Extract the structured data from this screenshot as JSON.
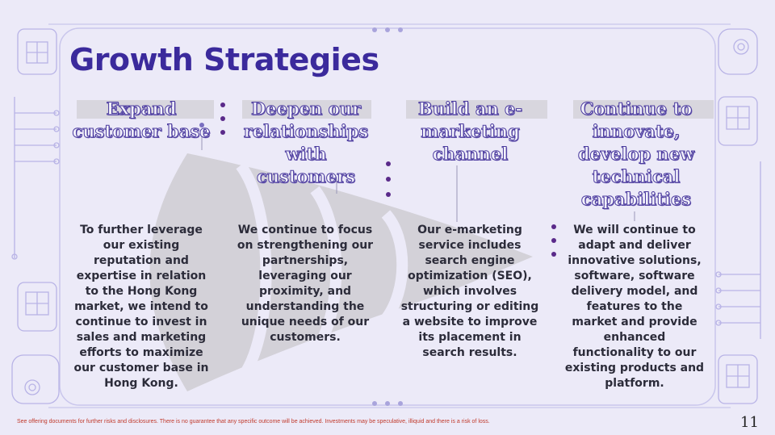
{
  "slide": {
    "title": "Growth Strategies",
    "page_number": "11",
    "disclaimer": "See offering documents for further risks and disclosures. There is no guarantee that any specific outcome will be achieved. Investments may be speculative, illiquid and there is a risk of loss."
  },
  "columns": [
    {
      "title": "Expand customer base",
      "body": "To further leverage our existing reputation and expertise in relation to the Hong Kong market, we intend to continue to invest in sales and marketing efforts to maximize our customer base in Hong Kong."
    },
    {
      "title": "Deepen our relationships with customers",
      "body": "We continue to focus on strengthening our partnerships, leveraging our proximity, and understanding the unique needs of our customers."
    },
    {
      "title": "Build an e-marketing channel",
      "body": "Our e-marketing service includes search engine optimization (SEO), which involves structuring or editing a website to improve its placement in search results."
    },
    {
      "title": "Continue to innovate, develop new technical capabilities",
      "body": "We will continue to adapt and deliver innovative solutions, software, software delivery model, and features to the market and provide enhanced functionality to our existing products and platform."
    }
  ],
  "colors": {
    "background": "#eceaf8",
    "title": "#3b2a9c",
    "accent_dots": "#5a2a8a",
    "funnel": "#d3d1d8",
    "disclaimer": "#c0392b"
  }
}
